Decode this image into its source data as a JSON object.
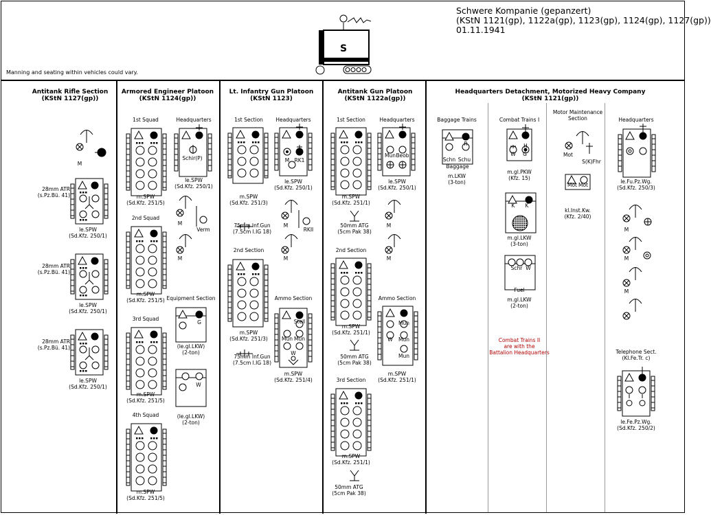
{
  "header": {
    "title": "Schwere Kompanie (gepanzert)\n(KStN 1121(gp), 1122a(gp), 1123(gp), 1124(gp), 1127(gp))\n01.11.1941",
    "company_symbol_letter": "S",
    "note": "Manning and seating within vehicles could vary."
  },
  "sections": {
    "antitank_rifle": {
      "title": "Antitank Rifle Section\n(KStN 1127(gp))"
    },
    "engineer": {
      "title": "Armored Engineer Platoon\n(KStN 1124(gp))"
    },
    "infantry_gun": {
      "title": "Lt. Infantry Gun Platoon\n(KStN 1123)"
    },
    "antitank_gun": {
      "title": "Antitank Gun Platoon\n(KStN 1122a(gp))"
    },
    "hq": {
      "title": "Headquarters Detachment, Motorized Heavy Company\n(KStN 1121(gp))"
    }
  },
  "labels": {
    "atr_m": "M",
    "atr1_wpn": "28mm ATR\n(s.Pz.Bü. 41)",
    "atr1_veh": "le.SPW\n(Sd.Kfz. 250/1)",
    "atr2_wpn": "28mm ATR\n(s.Pz.Bü. 41)",
    "atr2_veh": "le.SPW\n(Sd.Kfz. 250/1)",
    "atr3_wpn": "28mm ATR\n(s.Pz.Bü. 41)",
    "atr3_veh": "le.SPW\n(Sd.Kfz. 250/1)",
    "eng_sq1": "1st Squad",
    "eng_hq": "Headquarters",
    "eng_sq1_veh": "m.SPW\n(Sd.Kfz. 251/5)",
    "eng_hq_veh": "le.SPW\n(Sd.Kfz. 250/1)",
    "eng_hq_schir": "Schir(P)",
    "eng_m1": "M",
    "eng_m2": "M",
    "eng_verm": "Verm",
    "eng_sq2": "2nd Squad",
    "eng_sq2_veh": "m.SPW\n(Sd.Kfz. 251/5)",
    "eng_equip": "Equipment Section",
    "eng_equip_g": "G",
    "eng_equip_veh": "(le.gl.LKW)\n(2-ton)",
    "eng_sq3": "3rd Squad",
    "eng_sq3_veh": "m.SPW\n(Sd.Kfz. 251/5)",
    "eng_equip2_w": "W",
    "eng_equip2_veh": "(le.gl.LKW)\n(2-ton)",
    "eng_sq4": "4th Squad",
    "eng_sq4_veh": "m.SPW\n(Sd.Kfz. 251/5)",
    "ig_sec1": "1st Section",
    "ig_hq": "Headquarters",
    "ig_sec1_veh": "m.SPW\n(Sd.Kfz. 251/3)",
    "ig_hq_veh": "le.SPW\n(Sd.Kfz. 250/1)",
    "ig_hq_m": "M",
    "ig_hq_rk": "RK1",
    "ig_gun1": "75mm Inf.Gun\n(7.5cm l.IG 18)",
    "ig_m1": "M",
    "ig_rkii": "RKII",
    "ig_m2": "M",
    "ig_sec2": "2nd Section",
    "ig_sec2_veh": "m.SPW\n(Sd.Kfz. 251/3)",
    "ig_ammo": "Ammo Section",
    "ig_stell": "Stell",
    "ig_mun1": "Mun",
    "ig_mun2": "Mun",
    "ig_w": "W",
    "ig_gun2": "75mm Inf.Gun\n(7.5cm l.IG 18)",
    "ig_ammo_veh": "m.SPW\n(Sd.Kfz. 251/4)",
    "at_sec1": "1st Section",
    "at_hq": "Headquarters",
    "at_sec1_veh": "m.SPW\n(Sd.Kfz. 251/1)",
    "at_hq_veh": "le.SPW\n(Sd.Kfz. 250/1)",
    "at_hq_mun": "Mun",
    "at_hq_beob": "Beob",
    "at_gun1": "50mm ATG\n(5cm Pak 38)",
    "at_m1": "M",
    "at_m2": "M",
    "at_sec2": "2nd Section",
    "at_ammo": "Ammo Section",
    "at_sec2_veh": "m.SPW\n(Sd.Kfz. 251/1)",
    "at_ammo_mun1": "Mun",
    "at_ammo_w": "W",
    "at_ammo_mun2": "Mun",
    "at_ammo_mun3": "Mun",
    "at_ammo_veh": "m.SPW\n(Sd.Kfz. 251/1)",
    "at_gun2": "50mm ATG\n(5cm Pak 38)",
    "at_sec3": "3rd Section",
    "at_sec3_veh": "m.SPW\n(Sd.Kfz. 251/1)",
    "at_gun3": "50mm ATG\n(5cm Pak 38)",
    "hq_bag": "Baggage Trains",
    "hq_bag_r": "R",
    "hq_bag_schn": "Schn",
    "hq_bag_schu": "Schu",
    "hq_bag_bag": "Baggage",
    "hq_bag_veh": "m.LKW\n(3-ton)",
    "hq_ct1": "Combat Trains I",
    "hq_ct1_h": "H",
    "hq_ct1_w": "W",
    "hq_ct1_g": "G",
    "hq_ct1_veh": "m.gl.PKW\n(Kfz. 15)",
    "hq_ct2_k1": "K",
    "hq_ct2_k2": "K",
    "hq_ct2_veh": "m.gl.LKW\n(3-ton)",
    "hq_ct3_schr": "Schr",
    "hq_ct3_w": "W",
    "hq_ct3_fuel": "Fuel",
    "hq_ct3_veh": "m.gl.LKW\n(2-ton)",
    "hq_ct_note": "Combat Trains II\nare with the\nBattalion Headquarters",
    "hq_mm": "Motor Maintenance\nSection",
    "hq_mm_mot": "Mot",
    "hq_mm_fhr": "S(K)Fhr",
    "hq_mm_mot1": "Mot",
    "hq_mm_mot2": "Mot",
    "hq_mm_veh": "kl.Inst.Kw.\n(Kfz. 2/40)",
    "hq_hq": "Headquarters",
    "hq_hq_veh": "le.Fu.Pz.Wg.\n(Sd.Kfz. 250/3)",
    "hq_m1": "M",
    "hq_m2": "M",
    "hq_m3": "M",
    "hq_tel": "Telephone Sect.\n(Kl.Fe.Tr. c)",
    "hq_tel_veh": "le.Fe.Pz.Wg.\n(Sd.Kfz. 250/2)"
  },
  "colors": {
    "line": "#000000",
    "note_red": "#b00000",
    "shade": "#444444"
  }
}
